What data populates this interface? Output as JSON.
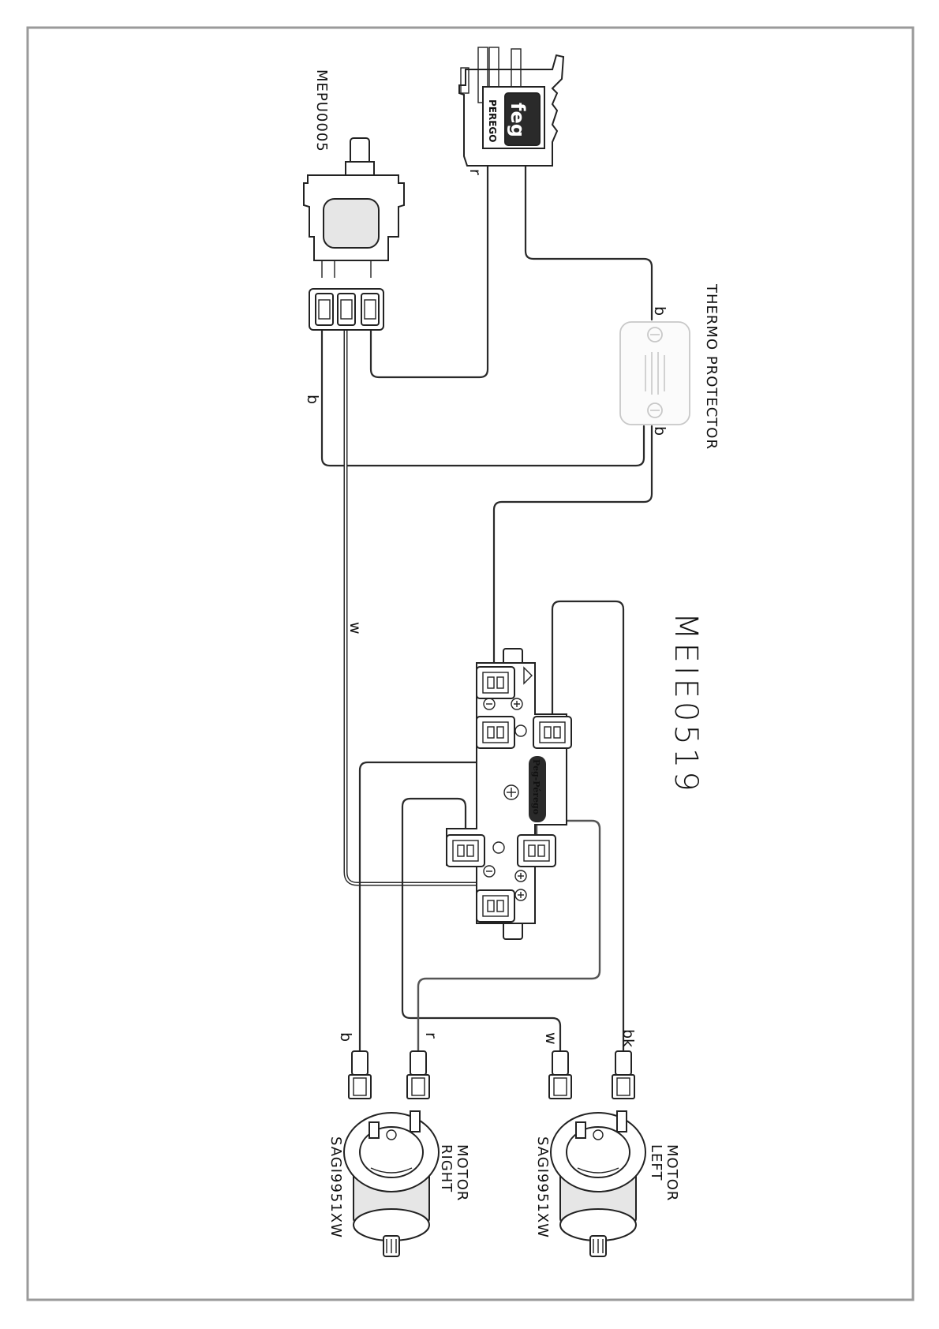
{
  "labels": {
    "switch": "MEPU0005",
    "thermo": "THERMO PROTECTOR",
    "board": "MEIE0519",
    "motor_left_title": "MOTOR",
    "motor_left_side": "LEFT",
    "motor_left_code": "SAGI9951XW",
    "motor_right_title": "MOTOR",
    "motor_right_side": "RIGHT",
    "motor_right_code": "SAGI9951XW",
    "logo_text": "PEREGO",
    "board_brand": "Peg-Pérego"
  },
  "wire_labels": {
    "r_connector": "r",
    "b_thermo_top": "b",
    "b_thermo_bottom": "b",
    "b_switch": "b",
    "w_main": "w",
    "b_motor": "b",
    "r_motor": "r",
    "w_motor": "w",
    "bk_motor": "bk"
  }
}
